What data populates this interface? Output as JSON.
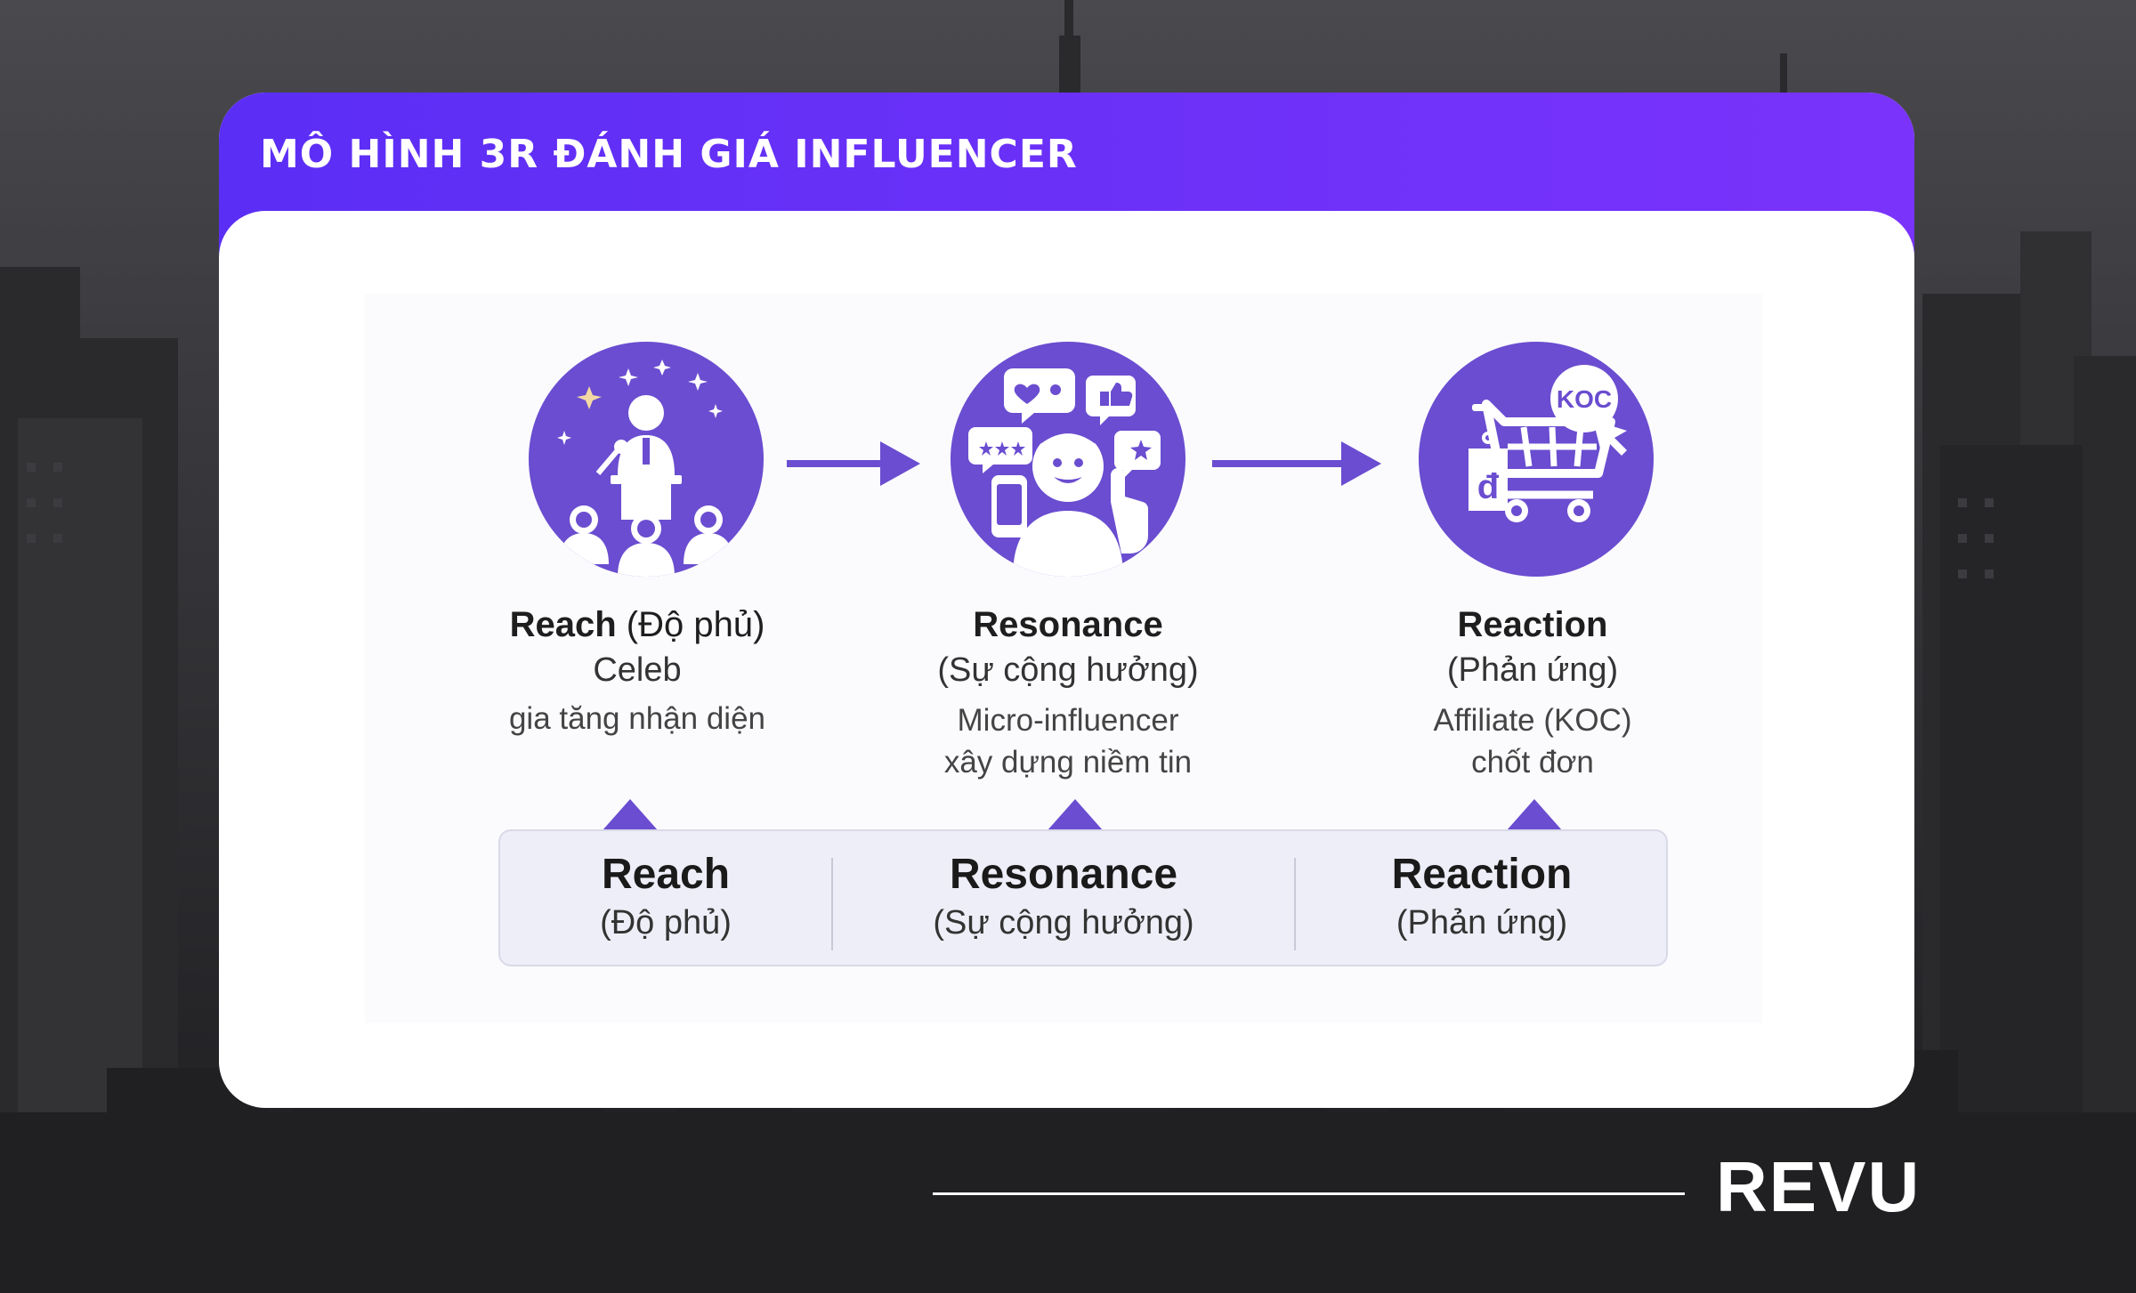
{
  "slide": {
    "title": "MÔ HÌNH 3R ĐÁNH GIÁ INFLUENCER",
    "logo": "REVU"
  },
  "colors": {
    "header_gradient": [
      "#5b2ef5",
      "#7a33fb"
    ],
    "accent_purple": "#6a4dd0",
    "background": "#2a2a2e"
  },
  "stages": [
    {
      "icon": "speaker-podium-icon",
      "name": "Reach",
      "name_suffix": " (Độ phủ)",
      "name_line2": "",
      "influencer": "Celeb",
      "desc1": "gia tăng nhận diện",
      "desc2": ""
    },
    {
      "icon": "social-engagement-icon",
      "name": "Resonance",
      "name_suffix": "",
      "name_line2": "(Sự cộng hưởng)",
      "influencer": "",
      "desc1": "Micro-influencer",
      "desc2": "xây dựng niềm tin"
    },
    {
      "icon": "shopping-cart-koc-icon",
      "name": "Reaction",
      "name_suffix": "",
      "name_line2": "(Phản ứng)",
      "influencer": "",
      "desc1": "Affiliate (KOC)",
      "desc2": "chốt đơn"
    }
  ],
  "cart_badge": "KOC",
  "price_tag_symbol": "đ",
  "bar": [
    {
      "title": "Reach",
      "sub": "(Độ phủ)"
    },
    {
      "title": "Resonance",
      "sub": "(Sự cộng hưởng)"
    },
    {
      "title": "Reaction",
      "sub": "(Phản ứng)"
    }
  ]
}
